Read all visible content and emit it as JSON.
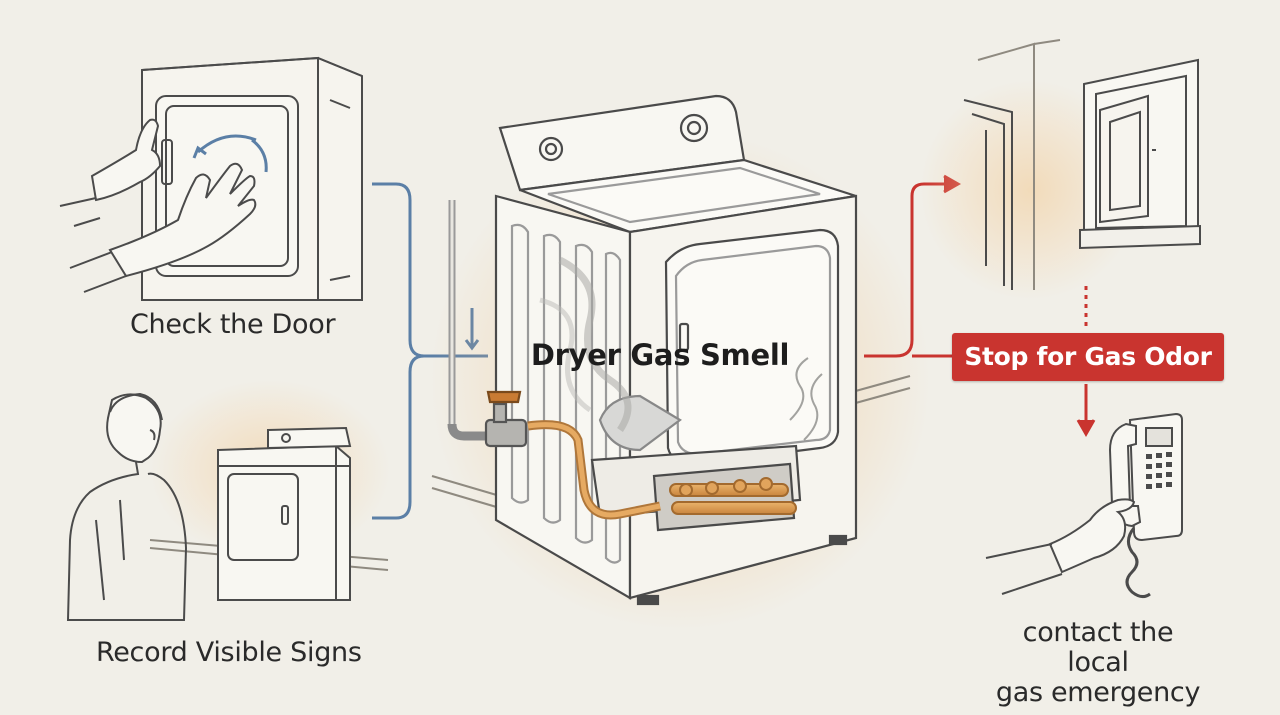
{
  "title": "Dryer Gas Smell",
  "steps": {
    "check_door": "Check the Door",
    "record_signs": "Record Visible Signs",
    "stop": "Stop for Gas Odor",
    "contact_line1": "contact the local",
    "contact_line2": "gas emergency"
  },
  "colors": {
    "background": "#f1efe8",
    "bracket_blue": "#5b7fa6",
    "alert_red": "#c9342f",
    "glow_orange": "#f2c48c",
    "gas_pipe": "#d99a52"
  },
  "icons": [
    "hands-on-dryer-door-icon",
    "person-observing-dryer-icon",
    "gas-dryer-illustration",
    "open-window-icon",
    "wall-phone-icon"
  ]
}
